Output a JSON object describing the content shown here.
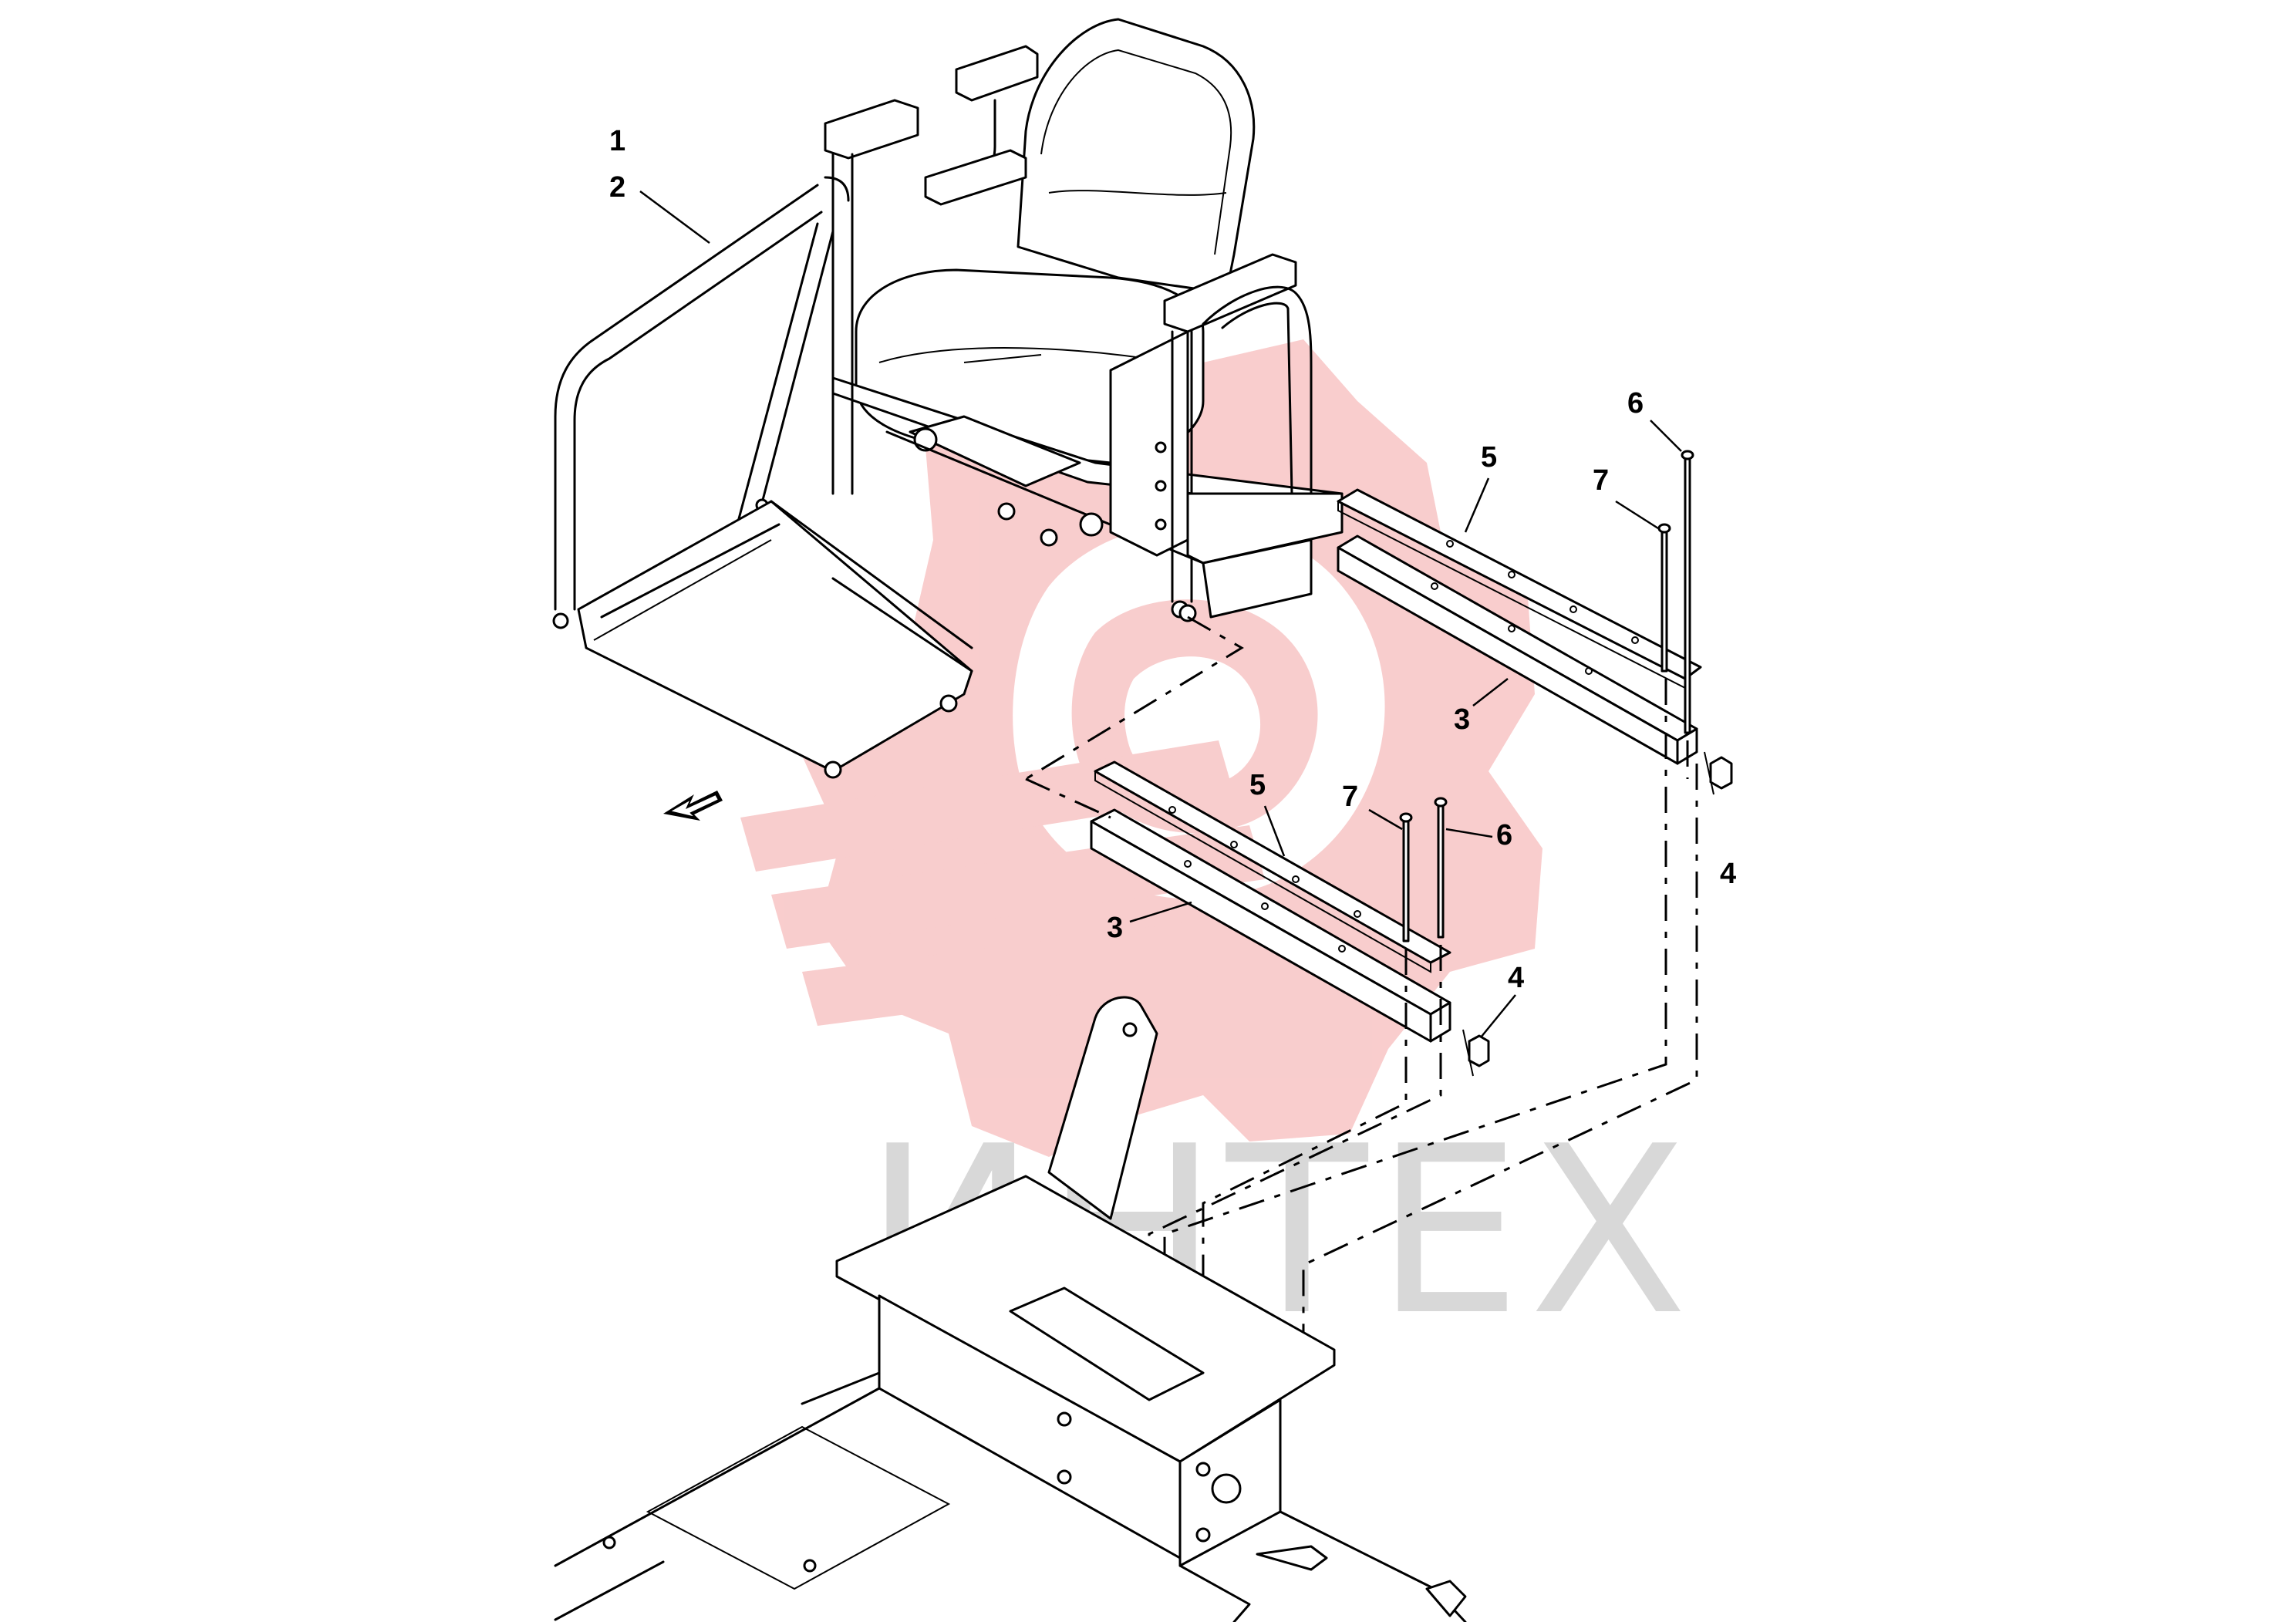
{
  "callouts": {
    "c1": "1",
    "c2": "2",
    "c3a": "3",
    "c3b": "3",
    "c4a": "4",
    "c4b": "4",
    "c5a": "5",
    "c5b": "5",
    "c6a": "6",
    "c6b": "6",
    "c7a": "7",
    "c7b": "7"
  },
  "watermark": {
    "text": "ИНТЕХ",
    "logo_color": "#f8c8c8",
    "text_color": "#d8d8d8"
  },
  "icons": {
    "direction": "front-direction-arrow-icon"
  }
}
